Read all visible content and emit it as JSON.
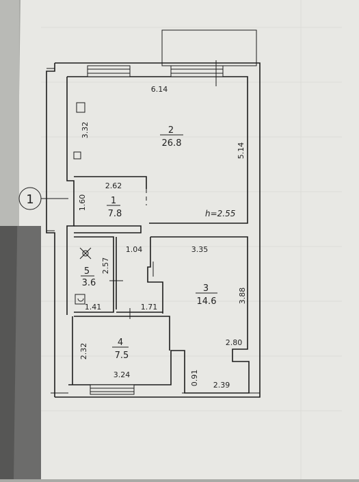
{
  "axis_marker": "1",
  "height_note": "h=2.55",
  "rooms": [
    {
      "number": "1",
      "area": "7.8"
    },
    {
      "number": "2",
      "area": "26.8"
    },
    {
      "number": "3",
      "area": "14.6"
    },
    {
      "number": "4",
      "area": "7.5"
    },
    {
      "number": "5",
      "area": "3.6"
    }
  ],
  "dimensions": {
    "d614": "6.14",
    "d332": "3.32",
    "d514": "5.14",
    "d262": "2.62",
    "d160": "1.60",
    "d104": "1.04",
    "d335": "3.35",
    "d257": "2.57",
    "d388": "3.88",
    "d141": "1.41",
    "d171": "1.71",
    "d280": "2.80",
    "d232": "2.32",
    "d324": "3.24",
    "d091": "0.91",
    "d239": "2.39"
  },
  "colors": {
    "paper": "#e9e9e5",
    "ink": "#1b1b1b",
    "background": "#a9aaa6"
  }
}
